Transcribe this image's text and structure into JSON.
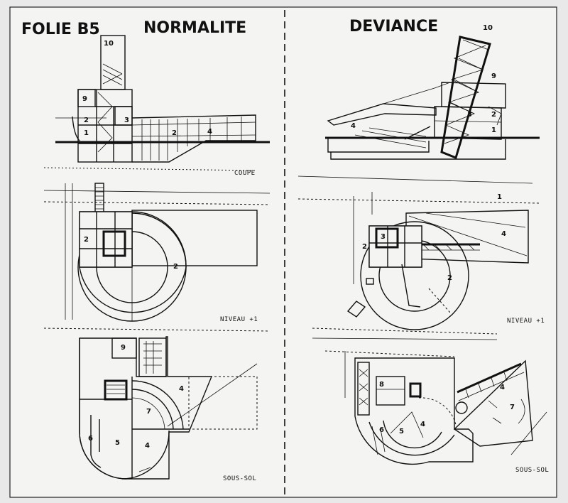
{
  "header": {
    "folie": "FOLIE  B5",
    "left": "NORMALITE",
    "right": "DEVIANCE"
  },
  "captions": {
    "coupe": "COUPE",
    "niveau": "NIVEAU +1",
    "niveau_right": "NIVEAU +1",
    "soussol": "SOUS-SOL",
    "soussol_right": "SOUS-SOL"
  },
  "labels": {
    "one": "1",
    "two": "2",
    "three": "3",
    "four": "4",
    "five": "5",
    "six": "6",
    "seven": "7",
    "eight": "8",
    "nine": "9",
    "ten": "10"
  }
}
